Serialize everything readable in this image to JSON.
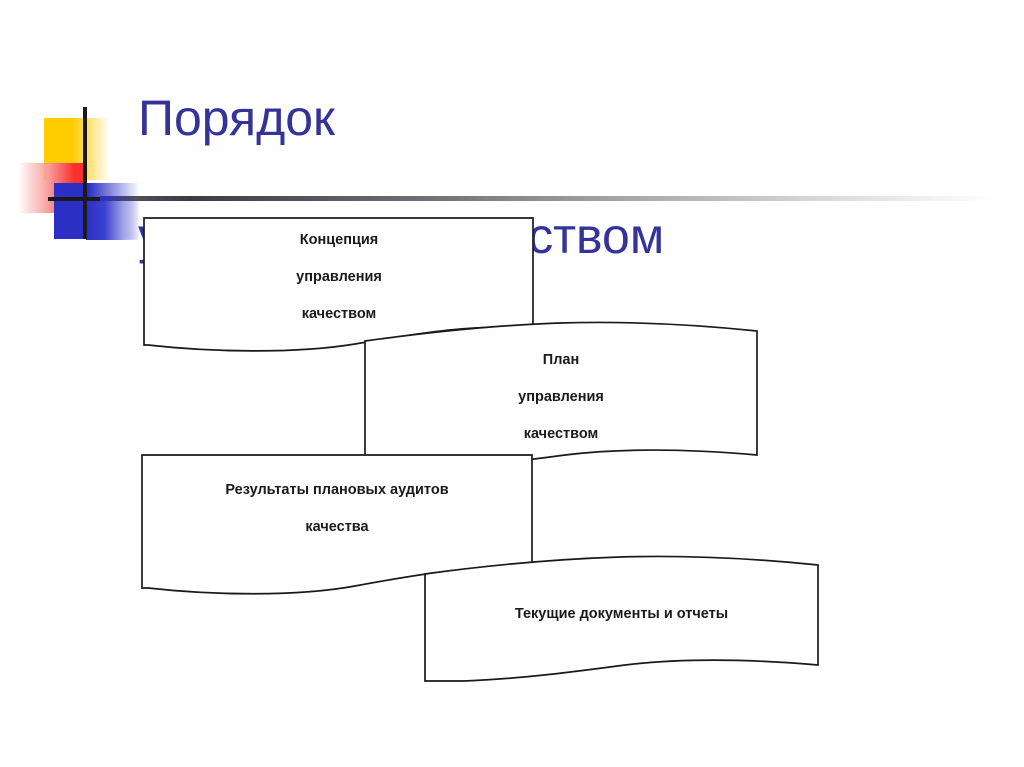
{
  "slide": {
    "background_color": "#ffffff",
    "title": {
      "line_1": "Порядок",
      "line_2": "управления качеством",
      "color": "#333399"
    },
    "logo": {
      "name": "decorative-squares-logo",
      "colors": {
        "yellow": "#ffcc00",
        "red": "#f8312f",
        "blue": "#2b2fc4",
        "cross": "#1a1a1a"
      }
    },
    "separator": {
      "name": "title-rule",
      "color_start": "#3c3c42",
      "color_end": "#ffffff"
    }
  },
  "diagram": {
    "type": "stacked-document-flow",
    "shape": "wave-document",
    "outline_color": "#1a1a1a",
    "fill_color": "#ffffff",
    "boxes": [
      {
        "id": "concept",
        "lines": [
          "Концепция",
          "управления",
          "качеством"
        ]
      },
      {
        "id": "plan",
        "lines": [
          "План",
          "управления",
          "качеством"
        ]
      },
      {
        "id": "audit-results",
        "lines": [
          "Результаты плановых аудитов",
          "качества"
        ]
      },
      {
        "id": "current-documents",
        "lines": [
          "Текущие документы и отчеты"
        ]
      }
    ]
  }
}
